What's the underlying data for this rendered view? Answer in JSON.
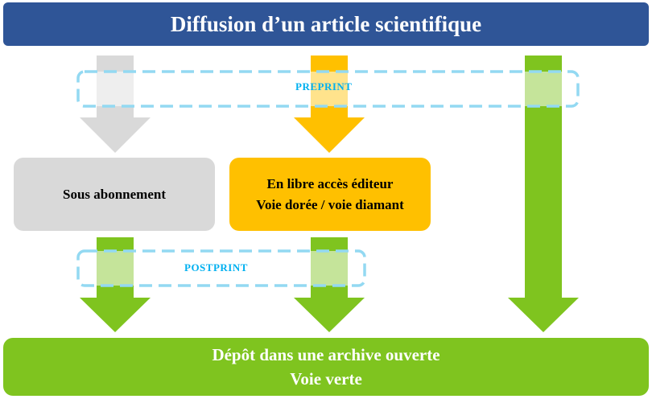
{
  "title": "Diffusion d’un article scientifique",
  "stages": {
    "preprint": "PREPRINT",
    "postprint": "POSTPRINT"
  },
  "boxes": {
    "subscription": {
      "line1": "Sous abonnement"
    },
    "gold": {
      "line1": "En libre accès éditeur",
      "line2": "Voie dorée / voie diamant"
    },
    "green": {
      "line1": "Dépôt dans une archive ouverte",
      "line2": "Voie verte"
    }
  },
  "colors": {
    "title_bg": "#2f5597",
    "subscription": "#d9d9d9",
    "gold": "#ffc000",
    "green": "#7fc41f",
    "stage_band": "#93d9f2",
    "stage_text": "#00b0f0"
  }
}
